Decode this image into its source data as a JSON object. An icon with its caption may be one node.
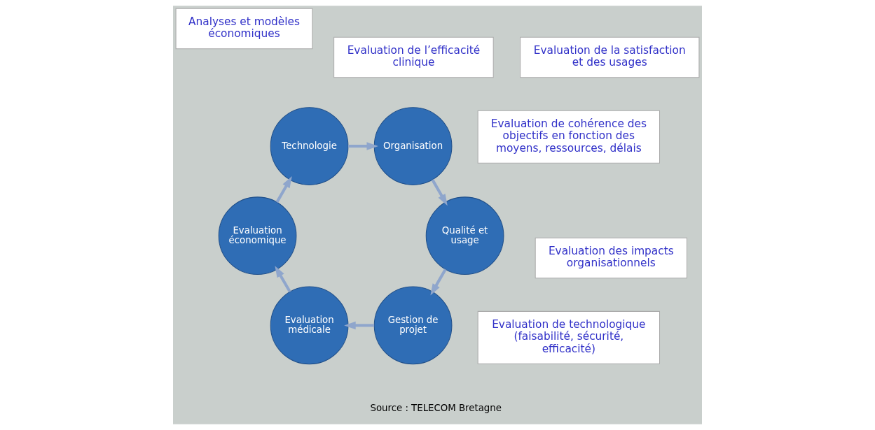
{
  "diagram": {
    "nodes": [
      {
        "text": [
          "Evaluation de cohérence des objectifs en fonction des moyens, ressources, délais"
        ]
      },
      {
        "text": [
          "Evaluation de l’efficacité clinique"
        ]
      },
      {
        "text": [
          "Gestion de projet"
        ]
      },
      {
        "text": [
          "Evaluation médicale"
        ]
      },
      {
        "text": [
          "Analyses et modèles économiques"
        ]
      },
      {
        "text": [
          "Evaluation de la satisfaction et des usages"
        ]
      },
      {
        "text": [
          "Qualité et usage"
        ]
      },
      {
        "text": [
          "Evaluation économique"
        ]
      },
      {
        "text": [
          "Organisation"
        ]
      },
      {
        "text": [
          "Technologie"
        ]
      },
      {
        "text": [
          "Evaluation des impacts organisationnels"
        ]
      },
      {
        "text": [
          "Evaluation de technologique (faisabilité, sécurité, efficacité)"
        ]
      }
    ],
    "edges": [
      {
        "from": 2,
        "to": 3,
        "arrow": "to"
      },
      {
        "from": 3,
        "to": 7,
        "arrow": "to"
      },
      {
        "from": 7,
        "to": 9,
        "arrow": "to"
      },
      {
        "from": 9,
        "to": 8,
        "arrow": "to"
      },
      {
        "from": 8,
        "to": 6,
        "arrow": "to"
      },
      {
        "from": 6,
        "to": 2,
        "arrow": "to"
      }
    ],
    "labels": [
      "Source : TELECOM Bretagne"
    ]
  }
}
